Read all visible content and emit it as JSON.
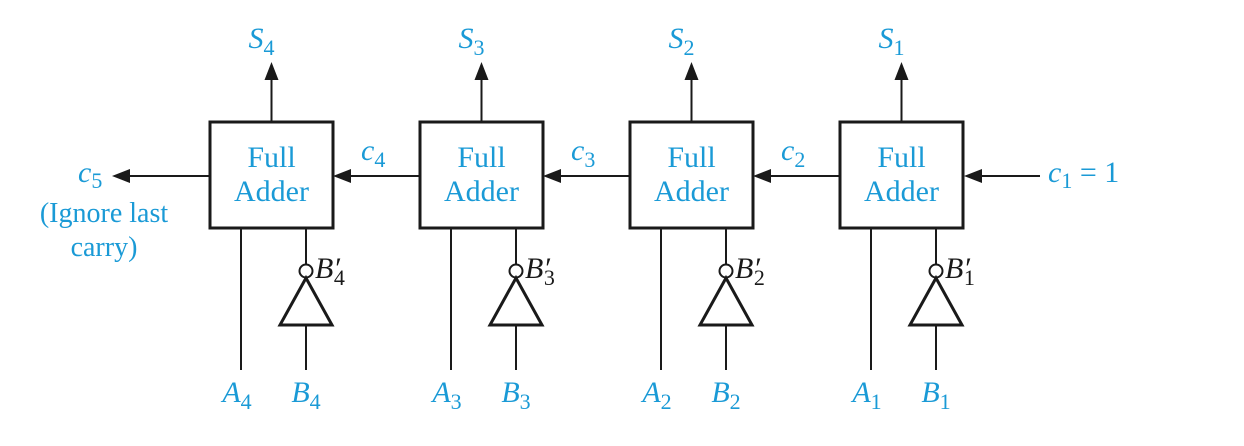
{
  "adders": [
    {
      "label_line1": "Full",
      "label_line2": "Adder",
      "sum": "S",
      "sum_sub": "4",
      "a": "A",
      "a_sub": "4",
      "b": "B",
      "b_sub": "4",
      "bprime": "B′",
      "bprime_sub": "4",
      "carry_out": "c",
      "carry_out_sub": "5"
    },
    {
      "label_line1": "Full",
      "label_line2": "Adder",
      "sum": "S",
      "sum_sub": "3",
      "a": "A",
      "a_sub": "3",
      "b": "B",
      "b_sub": "3",
      "bprime": "B′",
      "bprime_sub": "3",
      "carry_out": "c",
      "carry_out_sub": "4"
    },
    {
      "label_line1": "Full",
      "label_line2": "Adder",
      "sum": "S",
      "sum_sub": "2",
      "a": "A",
      "a_sub": "2",
      "b": "B",
      "b_sub": "2",
      "bprime": "B′",
      "bprime_sub": "2",
      "carry_out": "c",
      "carry_out_sub": "3"
    },
    {
      "label_line1": "Full",
      "label_line2": "Adder",
      "sum": "S",
      "sum_sub": "1",
      "a": "A",
      "a_sub": "1",
      "b": "B",
      "b_sub": "1",
      "bprime": "B′",
      "bprime_sub": "1",
      "carry_out": "c",
      "carry_out_sub": "2"
    }
  ],
  "carry_in": {
    "var": "c",
    "sub": "1",
    "value": " = 1"
  },
  "carry_note": {
    "line1": "(Ignore last",
    "line2": "carry)"
  },
  "colors": {
    "label": "#1a9ad6",
    "line": "#1a1a1a"
  }
}
